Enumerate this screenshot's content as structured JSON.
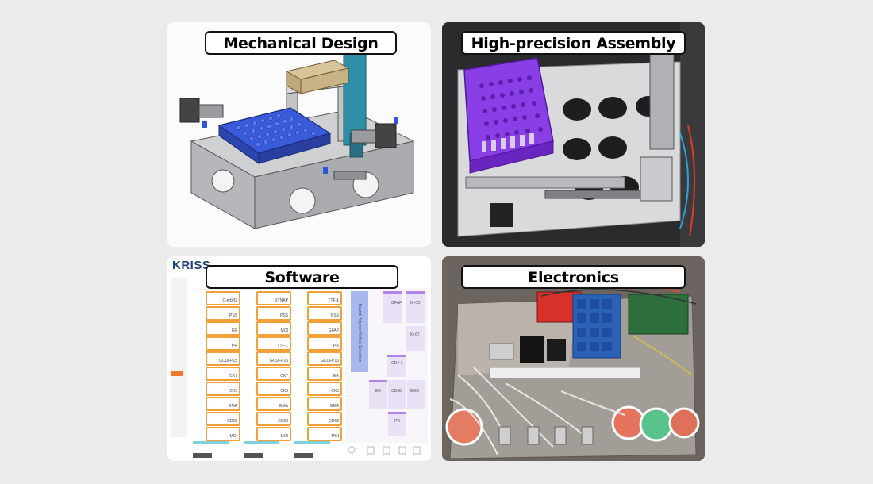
{
  "tiles": [
    {
      "label": "Mechanical Design"
    },
    {
      "label": "High-precision Assembly"
    },
    {
      "label": "Software"
    },
    {
      "label": "Electronics"
    }
  ],
  "software": {
    "logo": "KRISS",
    "columns": [
      [
        "C-erbB2",
        "PSS",
        "ER",
        "PR",
        "GCDFP15",
        "CK7",
        "CK5",
        "EMA",
        "CD68",
        "MOI"
      ],
      [
        "SYNAP",
        "PSS",
        "MOI",
        "TTF-1",
        "GCDFP15",
        "CK7",
        "CK5",
        "EMA",
        "CD68",
        "MOI"
      ],
      [
        "TTF-1",
        "PSS",
        "GFAP",
        "PR",
        "GCDFP15",
        "ER",
        "CK5",
        "EMA",
        "CD68",
        "MOI"
      ]
    ],
    "panel_title": "Bound Polymer Reflow Detection",
    "panel_labels": [
      "GFAP",
      "Ki-C5",
      "Ki-67",
      "CD4-2",
      "ER",
      "CD68",
      "EMA",
      "PR"
    ]
  },
  "colors": {
    "background": "#ebebeb",
    "label_border": "#111111",
    "well_plate_blue": "#3a5bd9",
    "tube_rack_purple": "#8a3ee6",
    "software_orange": "#f2a03a"
  }
}
